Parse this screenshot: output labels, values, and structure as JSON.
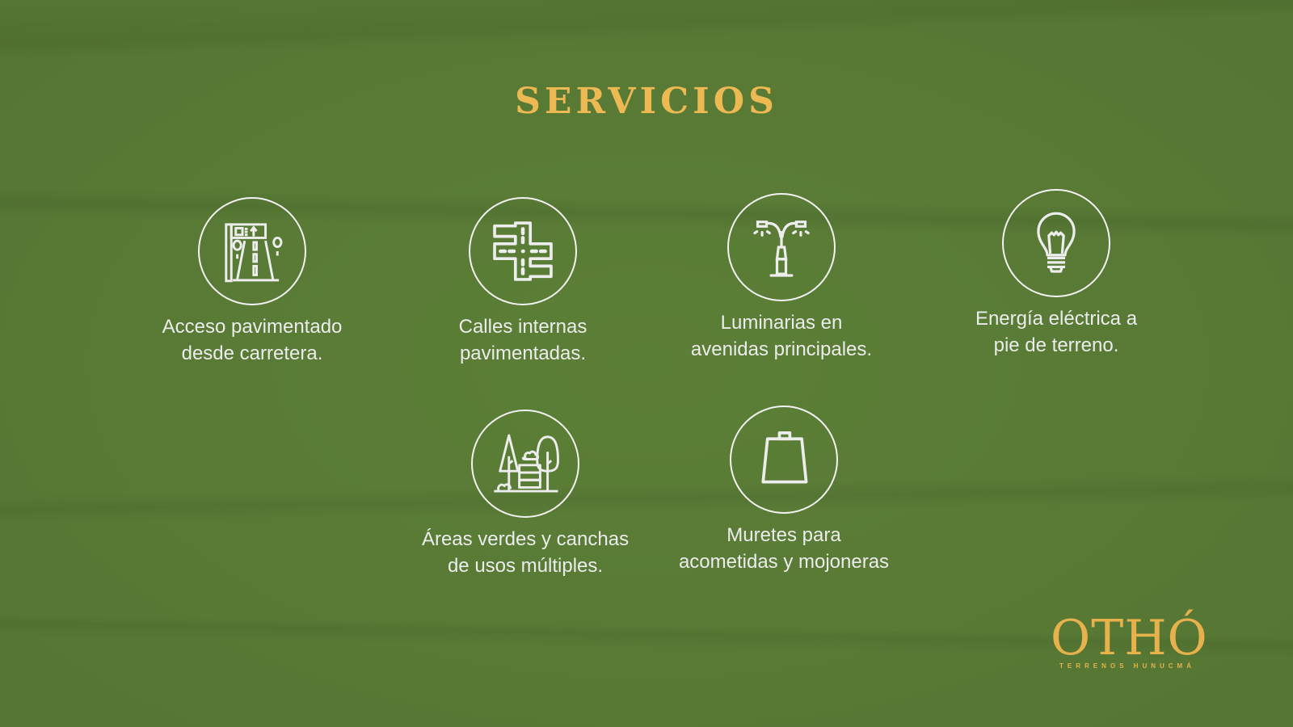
{
  "header": {
    "title": "SERVICIOS"
  },
  "colors": {
    "background": "#587a34",
    "accent_gold": "#edb953",
    "text": "#ececec"
  },
  "services": [
    {
      "icon": "road-sign-icon",
      "line1": "Acceso pavimentado",
      "line2": "desde carretera."
    },
    {
      "icon": "intersection-icon",
      "line1": "Calles internas",
      "line2": "pavimentadas."
    },
    {
      "icon": "streetlight-icon",
      "line1": "Luminarias en",
      "line2": "avenidas principales."
    },
    {
      "icon": "lightbulb-icon",
      "line1": "Energía eléctrica a",
      "line2": "pie de terreno."
    },
    {
      "icon": "park-icon",
      "line1": "Áreas verdes y canchas",
      "line2": "de usos múltiples."
    },
    {
      "icon": "boundary-marker-icon",
      "line1": "Muretes para",
      "line2": "acometidas y mojoneras"
    }
  ],
  "logo": {
    "name": "OTHÓ",
    "subtitle": "TERRENOS HUNUCMÁ"
  }
}
